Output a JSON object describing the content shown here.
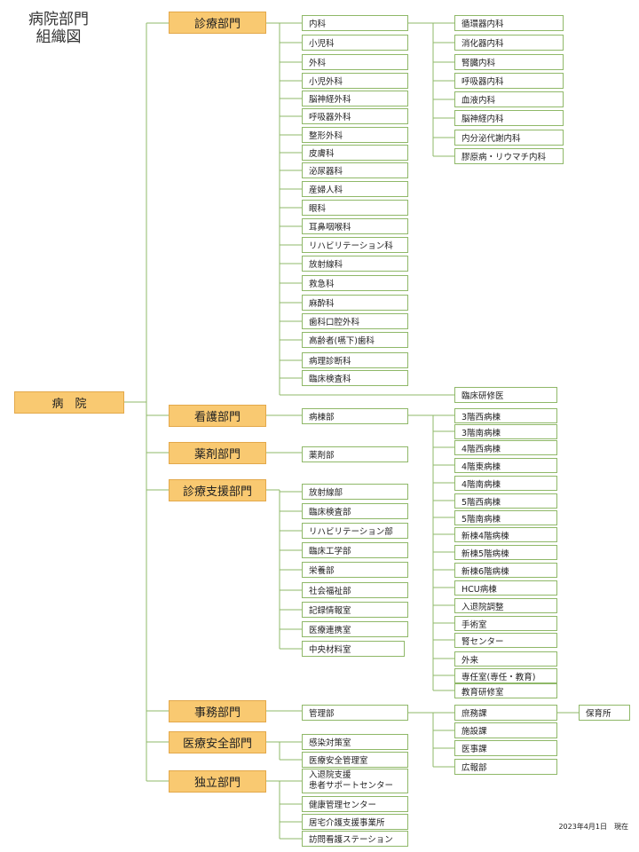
{
  "title": {
    "line1": "病院部門",
    "line2": "組織図"
  },
  "root": "病　院",
  "date": "2023年4月1日　現在",
  "departments": {
    "shinryo": "診療部門",
    "kango": "看護部門",
    "yakuzai": "薬剤部門",
    "shien": "診療支援部門",
    "jimu": "事務部門",
    "anzen": "医療安全部門",
    "dokuritsu": "独立部門"
  },
  "shinryo_items": [
    "内科",
    "小児科",
    "外科",
    "小児外科",
    "脳神経外科",
    "呼吸器外科",
    "整形外科",
    "皮膚科",
    "泌尿器科",
    "産婦人科",
    "眼科",
    "耳鼻咽喉科",
    "リハビリテーション科",
    "放射線科",
    "救急科",
    "麻酔科",
    "歯科口腔外科",
    "高齢者(嚥下)歯科",
    "病理診断科",
    "臨床検査科"
  ],
  "naika_items": [
    "循環器内科",
    "消化器内科",
    "腎臓内科",
    "呼吸器内科",
    "血液内科",
    "脳神経内科",
    "内分泌代謝内科",
    "膠原病・リウマチ内科"
  ],
  "rinsho_kenshu": "臨床研修医",
  "byoto": "病棟部",
  "byoto_items": [
    "3階西病棟",
    "3階南病棟",
    "4階西病棟",
    "4階東病棟",
    "4階南病棟",
    "5階西病棟",
    "5階南病棟",
    "新棟4階病棟",
    "新棟5階病棟",
    "新棟6階病棟",
    "HCU病棟",
    "入退院調整",
    "手術室",
    "腎センター",
    "外来",
    "専任室(専任・教育)",
    "教育研修室"
  ],
  "yakuzai_item": "薬剤部",
  "shien_items": [
    "放射線部",
    "臨床検査部",
    "リハビリテーション部",
    "臨床工学部",
    "栄養部",
    "社会福祉部",
    "記録情報室",
    "医療連携室",
    "中央材料室"
  ],
  "kanri": "管理部",
  "kanri_items": [
    "庶務課",
    "施設課",
    "医事課",
    "広報部"
  ],
  "hoikusho": "保育所",
  "anzen_items": [
    "感染対策室",
    "医療安全管理室"
  ],
  "dokuritsu_first": {
    "line1": "入退院支援",
    "line2": "患者サポートセンター"
  },
  "dokuritsu_items": [
    "健康管理センター",
    "居宅介護支援事業所",
    "訪問看護ステーション"
  ]
}
